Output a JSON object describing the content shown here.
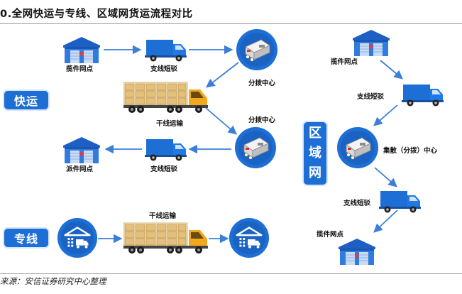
{
  "title": "0.全网快运与专线、区域网货运流程对比",
  "source": "来源：安信证券研究中心整理",
  "badges": {
    "express": "快运",
    "dedicated": "专线",
    "regional": [
      "区",
      "域",
      "网"
    ]
  },
  "express_flow": {
    "pickup_point": "揽件网点",
    "feeder_1": "支线短驳",
    "hub_1": "分拨中心",
    "trunk": "干线运输",
    "hub_2": "分拨中心",
    "feeder_2": "支线短驳",
    "delivery_point": "派件网点"
  },
  "dedicated_flow": {
    "trunk": "干线运输"
  },
  "regional_flow": {
    "pickup_point_1": "揽件网点",
    "feeder_1": "支线短驳",
    "hub": "集散（分拨）中心",
    "feeder_2": "支线短驳",
    "pickup_point_2": "揽件网点"
  },
  "colors": {
    "accent_blue": "#1d6fd6",
    "arrow_blue": "#3b7fd9",
    "truck_cab": "#f2a81d",
    "cargo_box": "#e8c98a"
  },
  "icons": [
    "warehouse-icon",
    "van-icon",
    "sorting-hub-icon",
    "cargo-truck-icon",
    "depot-icon"
  ]
}
